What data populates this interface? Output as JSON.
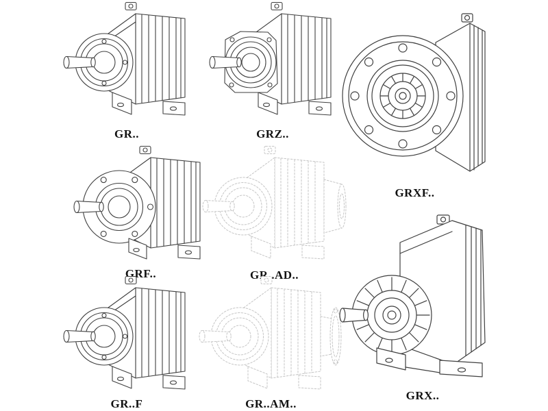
{
  "page": {
    "background": "#ffffff",
    "line_color": "#3f3f3f",
    "ghost_line_color": "#c5c5c5",
    "label_color": "#111111"
  },
  "figures": [
    {
      "id": "gr",
      "label": "GR..",
      "line_style": "solid"
    },
    {
      "id": "grz",
      "label": "GRZ..",
      "line_style": "solid"
    },
    {
      "id": "grxf",
      "label": "GRXF..",
      "line_style": "solid"
    },
    {
      "id": "grf",
      "label": "GRF..",
      "line_style": "solid"
    },
    {
      "id": "grad",
      "label": "GR..AD..",
      "line_style": "phantom"
    },
    {
      "id": "grf2",
      "label": "GR..F",
      "line_style": "solid"
    },
    {
      "id": "gram",
      "label": "GR..AM..",
      "line_style": "phantom"
    },
    {
      "id": "grx",
      "label": "GRX..",
      "line_style": "solid"
    }
  ]
}
